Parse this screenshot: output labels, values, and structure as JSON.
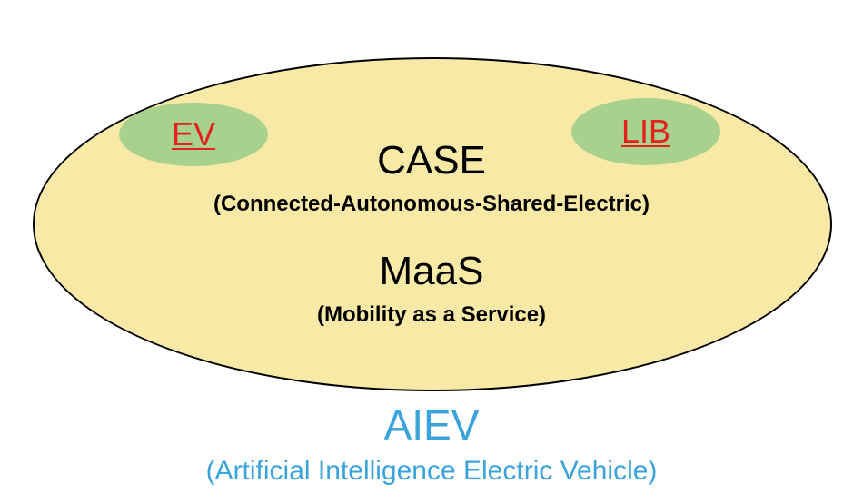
{
  "colors": {
    "outer_ellipse_fill": "#f8eaa6",
    "bubble_fill": "#a9d18e",
    "link_text": "#e3201b",
    "aiev_text": "#3ba3dc"
  },
  "bubbles": {
    "ev": "EV",
    "lib": "LIB"
  },
  "case": {
    "title": "CASE",
    "subtitle": "(Connected-Autonomous-Shared-Electric)"
  },
  "maas": {
    "title": "MaaS",
    "subtitle": "(Mobility as a Service)"
  },
  "aiev": {
    "title": "AIEV",
    "subtitle": "(Artificial Intelligence Electric Vehicle)"
  }
}
